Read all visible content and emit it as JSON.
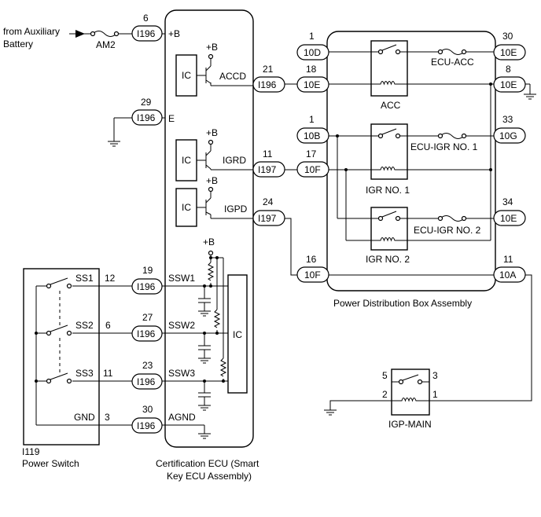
{
  "source": {
    "line1": "from Auxiliary",
    "line2": "Battery"
  },
  "fuse_am2": "AM2",
  "supply_b": "+B",
  "ecu": {
    "caption1": "Certification ECU (Smart",
    "caption2": "Key ECU Assembly)",
    "ic": "IC",
    "pins": {
      "b": {
        "num": "6",
        "conn": "I196",
        "label": "+B"
      },
      "e": {
        "num": "29",
        "conn": "I196",
        "label": "E"
      },
      "accd": {
        "num": "21",
        "conn": "I196",
        "label": "ACCD"
      },
      "igrd": {
        "num": "11",
        "conn": "I197",
        "label": "IGRD"
      },
      "igpd": {
        "num": "24",
        "conn": "I197",
        "label": "IGPD"
      },
      "ssw1": {
        "num": "19",
        "conn": "I196",
        "label": "SSW1"
      },
      "ssw2": {
        "num": "27",
        "conn": "I196",
        "label": "SSW2"
      },
      "ssw3": {
        "num": "23",
        "conn": "I196",
        "label": "SSW3"
      },
      "agnd": {
        "num": "30",
        "conn": "I196",
        "label": "AGND"
      }
    }
  },
  "power_switch": {
    "id": "I119",
    "name": "Power Switch",
    "ss1": {
      "label": "SS1",
      "num": "12"
    },
    "ss2": {
      "label": "SS2",
      "num": "6"
    },
    "ss3": {
      "label": "SS3",
      "num": "11"
    },
    "gnd": {
      "label": "GND",
      "num": "3"
    }
  },
  "pdb": {
    "caption": "Power Distribution Box Assembly",
    "relays": {
      "acc": "ACC",
      "igr1": "IGR NO. 1",
      "igr2": "IGR NO. 2"
    },
    "fuses": {
      "ecu_acc": "ECU-ACC",
      "ecu_igr1": "ECU-IGR NO. 1",
      "ecu_igr2": "ECU-IGR NO. 2"
    },
    "left": {
      "p1": {
        "num": "1",
        "conn": "10D"
      },
      "p18": {
        "num": "18",
        "conn": "10E"
      },
      "p1b": {
        "num": "1",
        "conn": "10B"
      },
      "p17": {
        "num": "17",
        "conn": "10F"
      },
      "p16": {
        "num": "16",
        "conn": "10F"
      }
    },
    "right": {
      "p30": {
        "num": "30",
        "conn": "10E"
      },
      "p8": {
        "num": "8",
        "conn": "10E"
      },
      "p33": {
        "num": "33",
        "conn": "10G"
      },
      "p34": {
        "num": "34",
        "conn": "10E"
      },
      "p11": {
        "num": "11",
        "conn": "10A"
      }
    }
  },
  "igp_main": {
    "label": "IGP-MAIN",
    "p5": "5",
    "p3": "3",
    "p2": "2",
    "p1": "1"
  }
}
